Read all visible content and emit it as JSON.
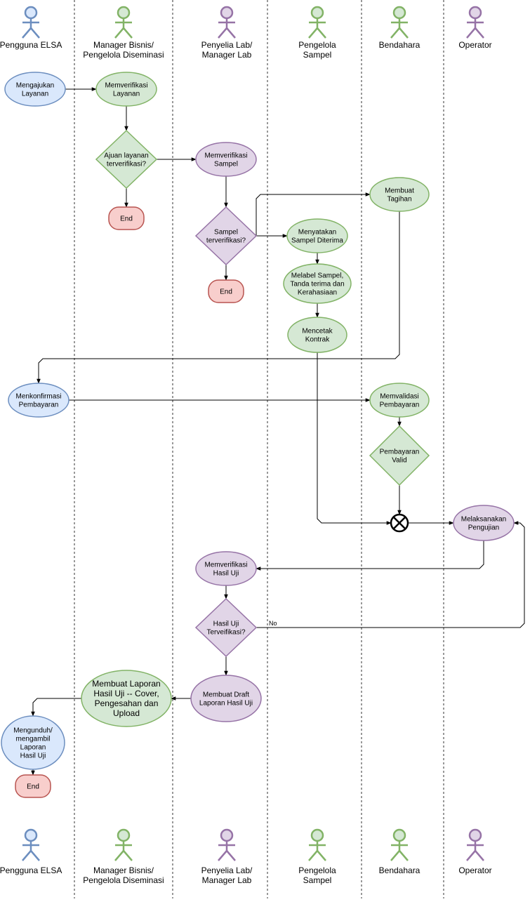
{
  "colors": {
    "blue_fill": "#dae8fc",
    "blue_stroke": "#6c8ebf",
    "green_fill": "#d5e8d4",
    "green_stroke": "#82b366",
    "purple_fill": "#e1d5e7",
    "purple_stroke": "#9673a6",
    "red_fill": "#f8cecc",
    "red_stroke": "#b85450"
  },
  "lanes": [
    {
      "id": "elsa",
      "name": [
        "Pengguna ELSA"
      ],
      "actor_color": "blue"
    },
    {
      "id": "manager_bisnis",
      "name": [
        "Manager Bisnis/",
        "Pengelola Diseminasi"
      ],
      "actor_color": "green"
    },
    {
      "id": "penyelia",
      "name": [
        "Penyelia Lab/",
        "Manager Lab"
      ],
      "actor_color": "purple"
    },
    {
      "id": "pengelola",
      "name": [
        "Pengelola",
        "Sampel"
      ],
      "actor_color": "green"
    },
    {
      "id": "bendahara",
      "name": [
        "Bendahara"
      ],
      "actor_color": "green"
    },
    {
      "id": "operator",
      "name": [
        "Operator"
      ],
      "actor_color": "purple"
    }
  ],
  "nodes": [
    {
      "id": "mengajukan",
      "type": "ellipse",
      "color": "blue",
      "lines": [
        "Mengajukan",
        "Layanan"
      ]
    },
    {
      "id": "memverifikasi_layanan",
      "type": "ellipse",
      "color": "green",
      "lines": [
        "Memverifikasi",
        "Layanan"
      ]
    },
    {
      "id": "ajuan",
      "type": "diamond",
      "color": "green",
      "lines": [
        "Ajuan layanan",
        "terverifikasi?"
      ]
    },
    {
      "id": "end1",
      "type": "terminal",
      "color": "red",
      "lines": [
        "End"
      ]
    },
    {
      "id": "memverifikasi_sampel",
      "type": "ellipse",
      "color": "purple",
      "lines": [
        "Memverifikasi",
        "Sampel"
      ]
    },
    {
      "id": "sampel_q",
      "type": "diamond",
      "color": "purple",
      "lines": [
        "Sampel",
        "terverifikasi?"
      ]
    },
    {
      "id": "end2",
      "type": "terminal",
      "color": "red",
      "lines": [
        "End"
      ]
    },
    {
      "id": "menyatakan",
      "type": "ellipse",
      "color": "green",
      "lines": [
        "Menyatakan",
        "Sampel Diterima"
      ]
    },
    {
      "id": "melabel",
      "type": "ellipse",
      "color": "green",
      "lines": [
        "Melabel Sampel,",
        "Tanda terima dan",
        "Kerahasiaan"
      ]
    },
    {
      "id": "mencetak",
      "type": "ellipse",
      "color": "green",
      "lines": [
        "Mencetak",
        "Kontrak"
      ]
    },
    {
      "id": "membuat_tagihan",
      "type": "ellipse",
      "color": "green",
      "lines": [
        "Membuat",
        "Tagihan"
      ]
    },
    {
      "id": "menkonfirmasi",
      "type": "ellipse",
      "color": "blue",
      "lines": [
        "Menkonfirmasi",
        "Pembayaran"
      ]
    },
    {
      "id": "memvalidasi",
      "type": "ellipse",
      "color": "green",
      "lines": [
        "Memvalidasi",
        "Pembayaran"
      ]
    },
    {
      "id": "pembayaran_valid",
      "type": "diamond",
      "color": "green",
      "lines": [
        "Pembayaran",
        "Valid"
      ]
    },
    {
      "id": "merge",
      "type": "xor",
      "color": "black",
      "lines": []
    },
    {
      "id": "melaksanakan",
      "type": "ellipse",
      "color": "purple",
      "lines": [
        "Melaksanakan",
        "Pengujian"
      ]
    },
    {
      "id": "memverifikasi_hasil",
      "type": "ellipse",
      "color": "purple",
      "lines": [
        "Memverifikasi",
        "Hasil Uji"
      ]
    },
    {
      "id": "hasil_q",
      "type": "diamond",
      "color": "purple",
      "lines": [
        "Hasil Uji",
        "Terveifikasi?"
      ]
    },
    {
      "id": "draft",
      "type": "ellipse",
      "color": "purple",
      "lines": [
        "Membuat Draft",
        "Laporan Hasil Uji"
      ]
    },
    {
      "id": "laporan",
      "type": "ellipse",
      "color": "green",
      "lines": [
        "Membuat Laporan",
        "Hasil Uji -- Cover,",
        "Pengesahan dan",
        "Upload"
      ]
    },
    {
      "id": "mengunduh",
      "type": "ellipse",
      "color": "blue",
      "lines": [
        "Mengunduh/",
        "mengambil",
        "Laporan",
        "Hasil Uji"
      ]
    },
    {
      "id": "end3",
      "type": "terminal",
      "color": "red",
      "lines": [
        "End"
      ]
    }
  ],
  "edges": [
    {
      "from": "mengajukan",
      "to": "memverifikasi_layanan",
      "label": ""
    },
    {
      "from": "memverifikasi_layanan",
      "to": "ajuan",
      "label": ""
    },
    {
      "from": "ajuan",
      "to": "end1",
      "label": ""
    },
    {
      "from": "ajuan",
      "to": "memverifikasi_sampel",
      "label": ""
    },
    {
      "from": "memverifikasi_sampel",
      "to": "sampel_q",
      "label": ""
    },
    {
      "from": "sampel_q",
      "to": "end2",
      "label": ""
    },
    {
      "from": "sampel_q",
      "to": "menyatakan",
      "label": ""
    },
    {
      "from": "sampel_q",
      "to": "membuat_tagihan",
      "label": ""
    },
    {
      "from": "menyatakan",
      "to": "melabel",
      "label": ""
    },
    {
      "from": "melabel",
      "to": "mencetak",
      "label": ""
    },
    {
      "from": "membuat_tagihan",
      "to": "menkonfirmasi",
      "label": ""
    },
    {
      "from": "menkonfirmasi",
      "to": "memvalidasi",
      "label": ""
    },
    {
      "from": "memvalidasi",
      "to": "pembayaran_valid",
      "label": ""
    },
    {
      "from": "pembayaran_valid",
      "to": "merge",
      "label": ""
    },
    {
      "from": "mencetak",
      "to": "merge",
      "label": ""
    },
    {
      "from": "merge",
      "to": "melaksanakan",
      "label": ""
    },
    {
      "from": "melaksanakan",
      "to": "memverifikasi_hasil",
      "label": ""
    },
    {
      "from": "memverifikasi_hasil",
      "to": "hasil_q",
      "label": ""
    },
    {
      "from": "hasil_q",
      "to": "melaksanakan",
      "label": "No"
    },
    {
      "from": "hasil_q",
      "to": "draft",
      "label": ""
    },
    {
      "from": "draft",
      "to": "laporan",
      "label": ""
    },
    {
      "from": "laporan",
      "to": "mengunduh",
      "label": ""
    },
    {
      "from": "mengunduh",
      "to": "end3",
      "label": ""
    }
  ]
}
